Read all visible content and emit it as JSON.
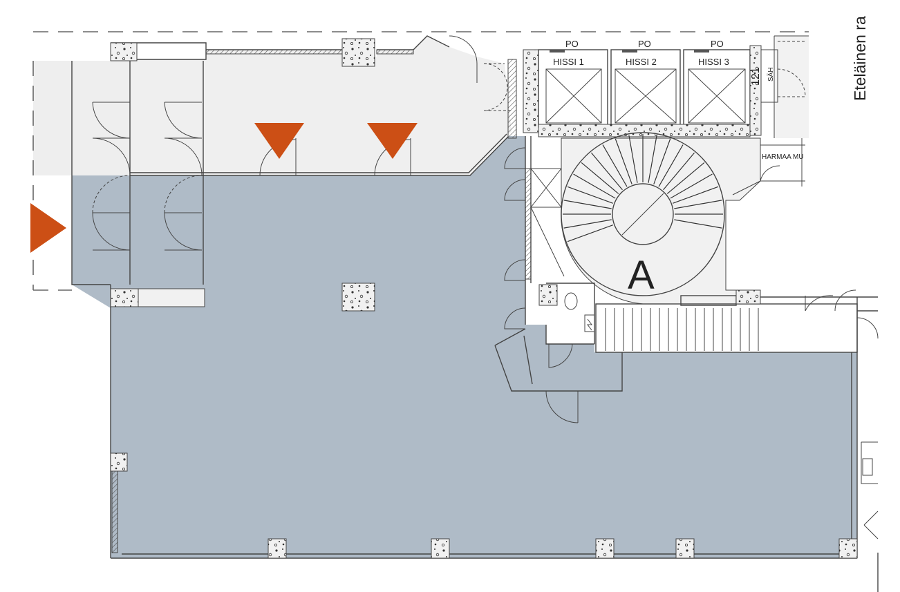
{
  "colors": {
    "highlight_area": "#afbbc7",
    "outside_area": "#eeeeee",
    "entrance_marker": "#cc4f15",
    "line": "#444444"
  },
  "labels": {
    "street_name": "Eteläinen ra",
    "po_labels": [
      "PO",
      "PO",
      "PO"
    ],
    "elevators": [
      "HISSI 1",
      "HISSI 2",
      "HISSI 3"
    ],
    "room_number": "121",
    "sah": "SÄH",
    "harmaa": "HARMAA MU",
    "stair_letter": "A"
  },
  "icons": {
    "entrance_markers": [
      "entrance-arrow-right-icon",
      "entrance-arrow-down-icon",
      "entrance-arrow-down-icon"
    ],
    "fixtures": [
      "wc-toilet-icon",
      "electric-cabinet-icon"
    ]
  }
}
